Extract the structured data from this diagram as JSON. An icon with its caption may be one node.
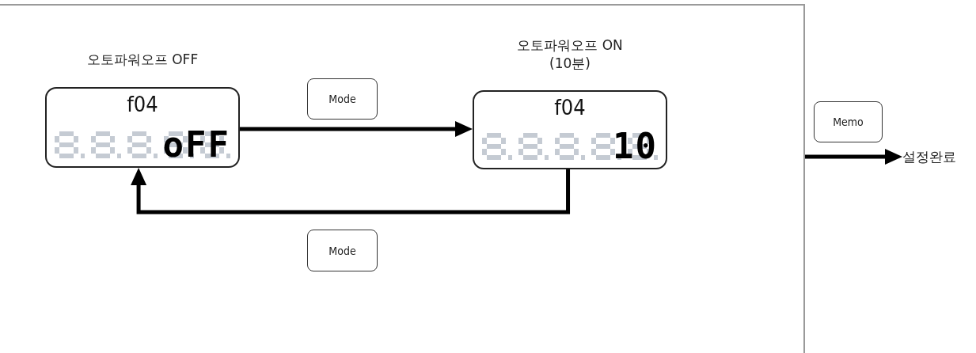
{
  "diagram": {
    "nodes": [
      {
        "text": [],
        "shape": "box"
      },
      {
        "text": [
          "오토파워오프 OFF",
          "f04",
          "oFF"
        ],
        "in": 0
      },
      {
        "text": [
          "오토파워오프 ON (10분)",
          "f04",
          "10"
        ],
        "in": 0
      },
      {
        "text": [
          "설정완료"
        ]
      }
    ],
    "edges": [
      {
        "from": 1,
        "to": 2,
        "arrow": "to",
        "label": "Mode"
      },
      {
        "from": 2,
        "to": 1,
        "arrow": "to",
        "label": "Mode"
      },
      {
        "from": 0,
        "to": 3,
        "arrow": "to",
        "label": "Memo"
      }
    ]
  }
}
